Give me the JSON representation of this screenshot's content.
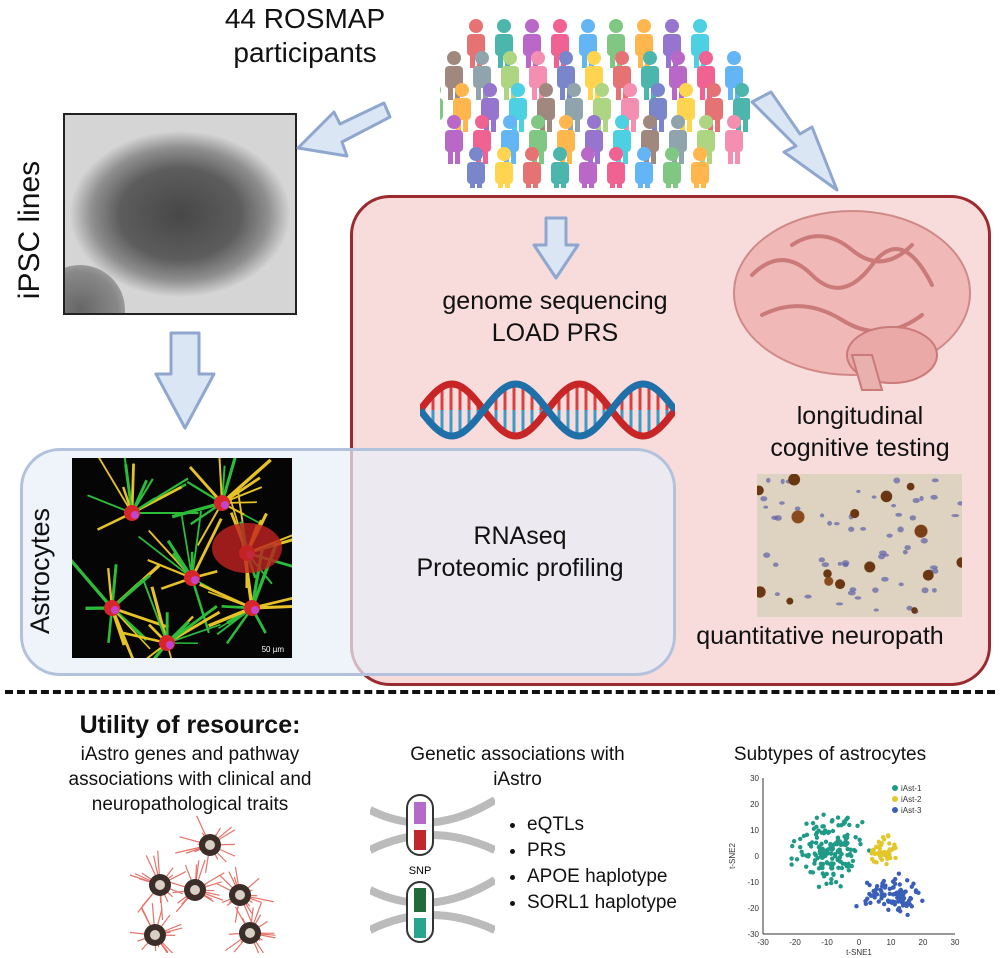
{
  "top": {
    "participants_line1": "44 ROSMAP",
    "participants_line2": "participants",
    "ipsc_label": "iPSC lines",
    "astrocytes_label": "Astrocytes"
  },
  "red_box": {
    "genome_line1": "genome sequencing",
    "genome_line2": "LOAD PRS",
    "cognitive_line1": "longitudinal",
    "cognitive_line2": "cognitive testing",
    "neuropath": "quantitative neuropath"
  },
  "blue_box": {
    "line1": "RNAseq",
    "line2": "Proteomic profiling"
  },
  "astro_scale": "50 µm",
  "utility": {
    "title": "Utility of resource:",
    "col1_line1": "iAstro genes and pathway",
    "col1_line2": "associations with clinical and",
    "col1_line3": "neuropathological traits",
    "col2_line1": "Genetic associations with",
    "col2_line2": "iAstro",
    "snp_label": "SNP",
    "bullets": [
      "eQTLs",
      "PRS",
      "APOE haplotype",
      "SORL1 haplotype"
    ],
    "col3_title": "Subtypes of astrocytes"
  },
  "chart_data": {
    "type": "scatter",
    "xlabel": "t-SNE1",
    "ylabel": "t-SNE2",
    "xlim": [
      -30,
      30
    ],
    "ylim": [
      -30,
      30
    ],
    "xticks": [
      "-30",
      "-20",
      "-10",
      "0",
      "10",
      "20",
      "30"
    ],
    "yticks": [
      "30",
      "20",
      "10",
      "0",
      "-10",
      "-20",
      "-30"
    ],
    "legend_position": "top-right",
    "series": [
      {
        "name": "iAst-1",
        "color": "#1f9a86",
        "center": [
          -9,
          1
        ],
        "spread": [
          8,
          10
        ],
        "count": 170
      },
      {
        "name": "iAst-2",
        "color": "#e2c62a",
        "center": [
          8,
          2
        ],
        "spread": [
          3,
          5
        ],
        "count": 45
      },
      {
        "name": "iAst-3",
        "color": "#3a5fb8",
        "center": [
          10,
          -15
        ],
        "spread": [
          7,
          5
        ],
        "count": 95
      }
    ]
  },
  "colors": {
    "red_border": "#9b2a2e",
    "red_fill": "#f8dcdc",
    "blue_border": "#b2c2dc",
    "arrow_fill": "#dbe6f5",
    "arrow_stroke": "#8fa7cf"
  }
}
